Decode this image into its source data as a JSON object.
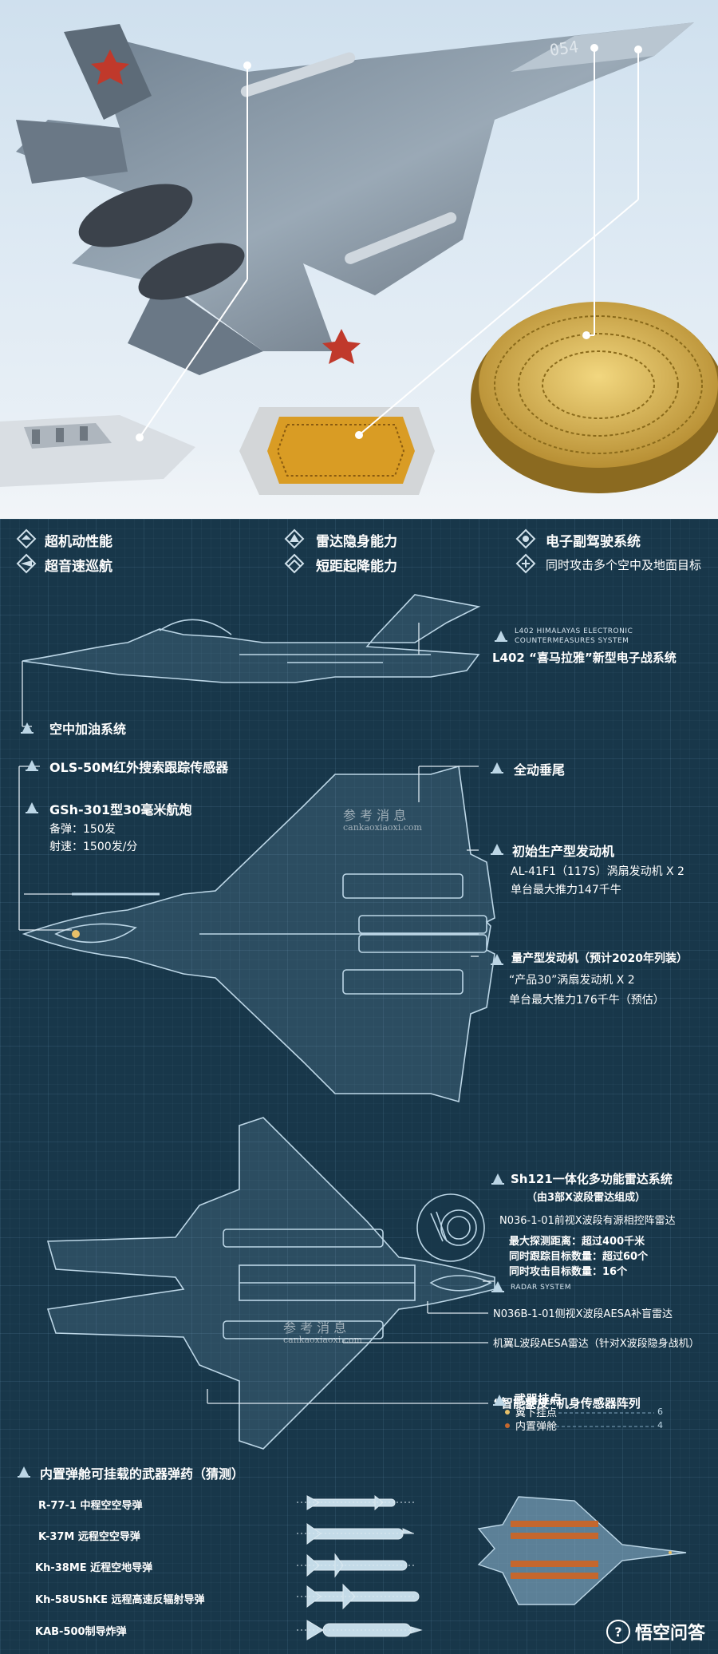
{
  "photo": {
    "aircraft_number": "054"
  },
  "features": [
    {
      "label": "超机动性能"
    },
    {
      "label": "超音速巡航"
    },
    {
      "label": "雷达隐身能力"
    },
    {
      "label": "短距起降能力"
    },
    {
      "label": "电子副驾驶系统"
    },
    {
      "label": "同时攻击多个空中及地面目标"
    }
  ],
  "side_view": {
    "ew_en_line1": "L402 HIMALAYAS ELECTRONIC",
    "ew_en_line2": "COUNTERMEASURES SYSTEM",
    "ew_cn": "L402 “喜马拉雅”新型电子战系统",
    "refuel": "空中加油系统"
  },
  "top_view": {
    "ols": "OLS-50M红外搜索跟踪传感器",
    "gun_title": "GSh-301型30毫米航炮",
    "gun_ammo": "备弹：150发",
    "gun_rate": "射速：1500发/分",
    "tail": "全动垂尾",
    "engine1_title": "初始生产型发动机",
    "engine1_model": "AL-41F1（117S）涡扇发动机 X 2",
    "engine1_thrust": "单台最大推力147千牛",
    "engine2_title": "量产型发动机（预计2020年列装）",
    "engine2_model": "“产品30”涡扇发动机 X 2",
    "engine2_thrust": "单台最大推力176千牛（预估）",
    "watermark_cn": "参 考 消 息",
    "watermark_url": "cankaoxiaoxi.com"
  },
  "bottom_view": {
    "radar_title": "Sh121一体化多功能雷达系统",
    "radar_sub": "（由3部X波段雷达组成）",
    "radar_front": "N036-1-01前视X波段有源相控阵雷达",
    "radar_range": "最大探测距离：超过400千米",
    "radar_track": "同时跟踪目标数量：超过60个",
    "radar_attack": "同时攻击目标数量：16个",
    "radar_en": "RADAR SYSTEM",
    "radar_side": "N036B-1-01侧视X波段AESA补盲雷达",
    "radar_l": "机翼L波段AESA雷达（针对X波段隐身战机）",
    "skin": "“智能蒙皮”机身传感器阵列",
    "watermark_cn": "参 考 消 息",
    "watermark_url": "cankaoxiaoxi.com"
  },
  "weapons": {
    "title": "内置弹舱可挂载的武器弹药（猜测）",
    "items": [
      {
        "label": "R-77-1 中程空空导弹"
      },
      {
        "label": "K-37M 远程空空导弹"
      },
      {
        "label": "Kh-38ME 近程空地导弹"
      },
      {
        "label": "Kh-58UShKE 远程高速反辐射导弹"
      },
      {
        "label": "KAB-500制导炸弹"
      }
    ],
    "hardpoints_title": "武器挂点",
    "hp_under_wing": "翼下挂点",
    "hp_under_wing_count": "6",
    "hp_internal": "内置弹舱",
    "hp_internal_count": "4"
  },
  "logo": {
    "mark": "?",
    "text": "悟空问答"
  },
  "colors": {
    "panel_bg": "#18374a",
    "line": "#bcd6e6",
    "accent": "#e8c069"
  }
}
